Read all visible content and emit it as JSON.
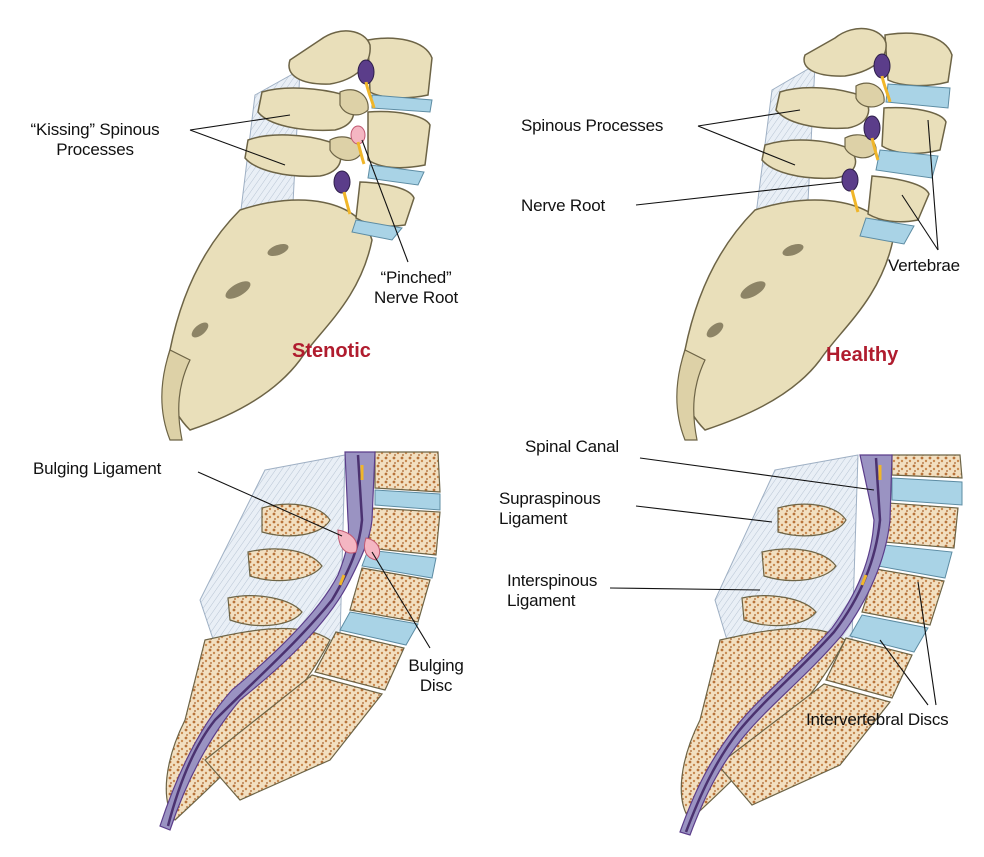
{
  "titles": {
    "stenotic": "Stenotic",
    "healthy": "Healthy"
  },
  "colors": {
    "title": "#b01c2e",
    "bone": "#e9dfba",
    "bone_shade": "#c8bb8d",
    "marrow": "#b8733a",
    "disc": "#a9d3e6",
    "canal": "#9a93c2",
    "ligament": "#dfe7f0",
    "nerve": "#5b3d8a",
    "nerve_fiber": "#f0b62a"
  },
  "labels": {
    "stenotic_top": {
      "kissing_l1": "“Kissing” Spinous",
      "kissing_l2": "Processes",
      "pinched_l1": "“Pinched”",
      "pinched_l2": "Nerve Root"
    },
    "healthy_top": {
      "spinous": "Spinous Processes",
      "nerve_root": "Nerve Root",
      "vertebrae": "Vertebrae"
    },
    "stenotic_bottom": {
      "bulging_ligament": "Bulging Ligament",
      "bulging_disc_l1": "Bulging",
      "bulging_disc_l2": "Disc"
    },
    "healthy_bottom": {
      "spinal_canal": "Spinal Canal",
      "supraspinous_l1": "Supraspinous",
      "supraspinous_l2": "Ligament",
      "interspinous_l1": "Interspinous",
      "interspinous_l2": "Ligament",
      "intervertebral": "Intervertebral Discs"
    }
  }
}
